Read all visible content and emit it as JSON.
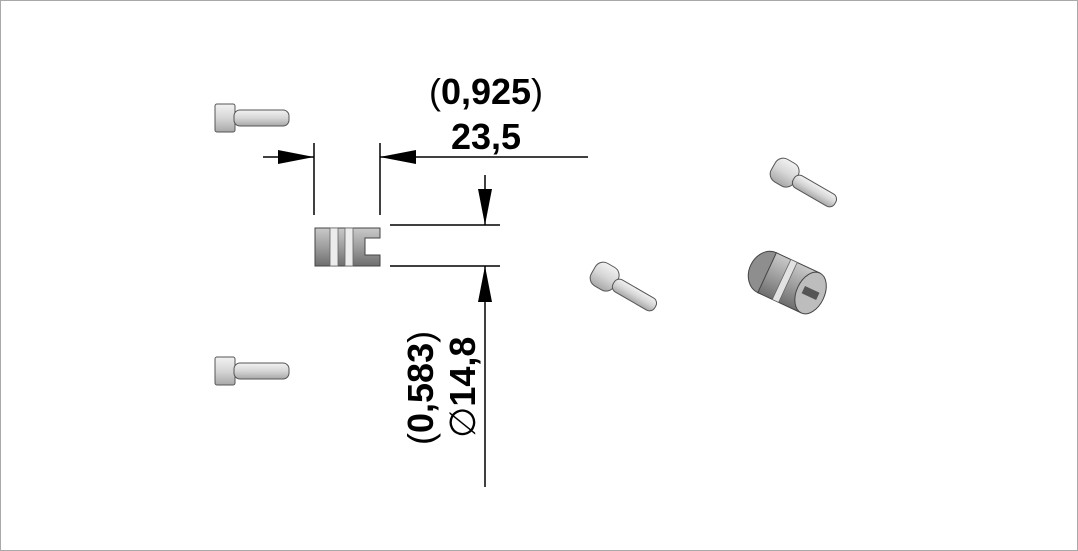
{
  "dimensions": {
    "length_inch": "0,925",
    "length_mm": "23,5",
    "diameter_inch": "0,583",
    "diameter_mm": "14,8",
    "diameter_symbol": "∅"
  },
  "colors": {
    "line": "#000000",
    "part_fill": "#d9d9d9",
    "part_dark": "#8c8c8c",
    "frame": "#a9a9a9"
  }
}
